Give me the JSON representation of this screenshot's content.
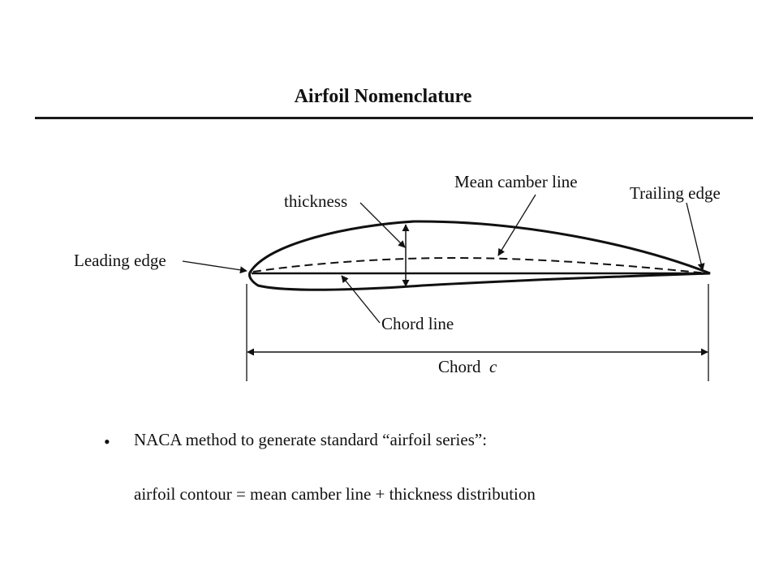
{
  "title": "Airfoil Nomenclature",
  "labels": {
    "thickness": "thickness",
    "mean_camber_line": "Mean camber line",
    "trailing_edge": "Trailing edge",
    "leading_edge": "Leading edge",
    "chord_line": "Chord line",
    "chord": "Chord",
    "chord_symbol": "c"
  },
  "bullets": {
    "marker": "•",
    "line1": "NACA method to generate standard “airfoil series”:",
    "line2": "airfoil contour = mean camber line +  thickness distribution"
  }
}
